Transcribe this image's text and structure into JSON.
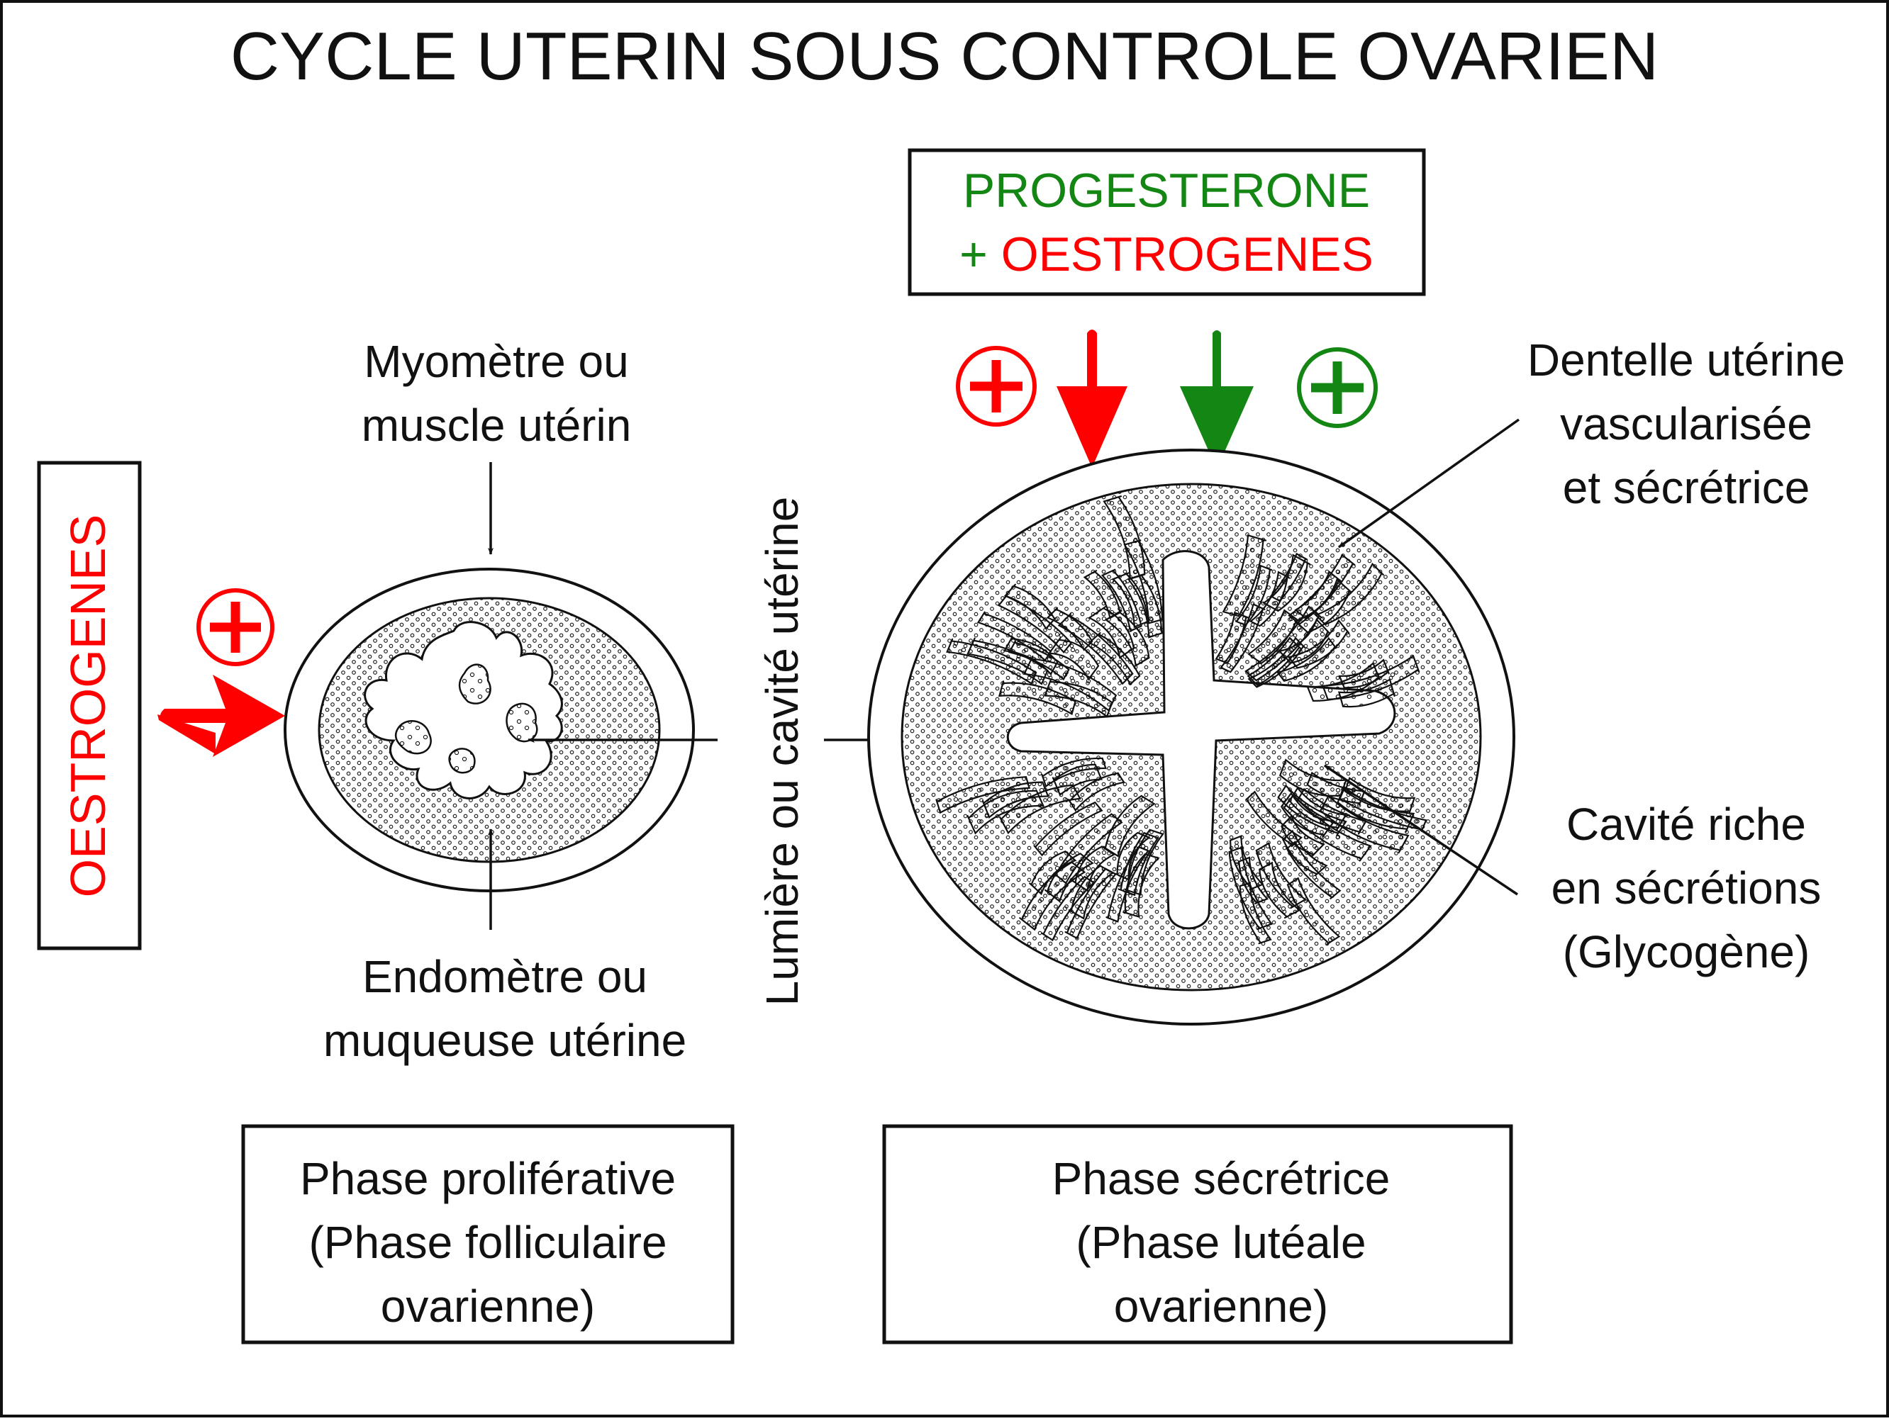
{
  "title": "CYCLE UTERIN SOUS CONTROLE OVARIEN",
  "colors": {
    "oestrogen": "#ff0000",
    "progesterone": "#138613",
    "ink": "#111111"
  },
  "left_hormone_box": {
    "label": "OESTROGENES",
    "sign": "plus-circle"
  },
  "right_hormone_box": {
    "line1": "PROGESTERONE",
    "line2_prefix": "+ ",
    "line2_text": "OESTROGENES",
    "signs": [
      "plus-circle-red",
      "plus-circle-green"
    ]
  },
  "labels": {
    "myometre_l1": "Myomètre ou",
    "myometre_l2": "muscle utérin",
    "endometre_l1": "Endomètre ou",
    "endometre_l2": "muqueuse utérine",
    "lumiere": "Lumière ou cavité utérine",
    "dentelle_l1": "Dentelle utérine",
    "dentelle_l2": "vascularisée",
    "dentelle_l3": "et sécrétrice",
    "cavite_l1": "Cavité riche",
    "cavite_l2": "en sécrétions",
    "cavite_l3": "(Glycogène)"
  },
  "phases": [
    {
      "line1": "Phase proliférative",
      "line2": "(Phase folliculaire",
      "line3": "ovarienne)"
    },
    {
      "line1": "Phase sécrétrice",
      "line2": "(Phase lutéale",
      "line3": "ovarienne)"
    }
  ]
}
